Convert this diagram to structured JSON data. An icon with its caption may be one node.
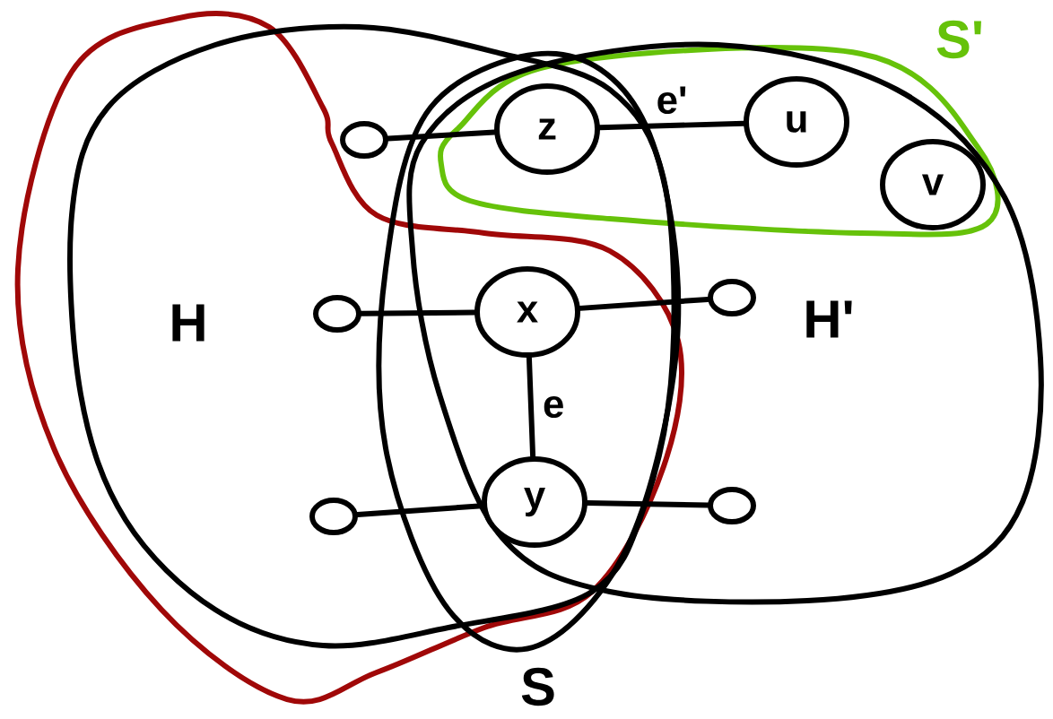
{
  "diagram": {
    "nodes": [
      {
        "text": [],
        "shape": "circle"
      },
      {
        "text": [
          "z"
        ]
      },
      {
        "text": [
          "u"
        ]
      },
      {
        "text": [
          "v"
        ]
      },
      {
        "text": [],
        "shape": "circle"
      },
      {
        "text": [
          "x"
        ]
      },
      {
        "text": [],
        "shape": "circle"
      },
      {
        "text": [],
        "shape": "circle"
      },
      {
        "text": [
          "y"
        ]
      },
      {
        "text": [],
        "shape": "circle"
      }
    ],
    "edges": [
      {
        "from": 0,
        "to": 1,
        "arrow": "none"
      },
      {
        "from": 1,
        "to": 2,
        "arrow": "none",
        "label": "e'"
      },
      {
        "from": 4,
        "to": 5,
        "arrow": "none"
      },
      {
        "from": 5,
        "to": 6,
        "arrow": "none"
      },
      {
        "from": 5,
        "to": 8,
        "arrow": "none",
        "label": "e"
      },
      {
        "from": 7,
        "to": 8,
        "arrow": "none"
      },
      {
        "from": 8,
        "to": 9,
        "arrow": "none"
      }
    ],
    "labels": [
      "S'",
      "H",
      "H'",
      "S"
    ]
  }
}
